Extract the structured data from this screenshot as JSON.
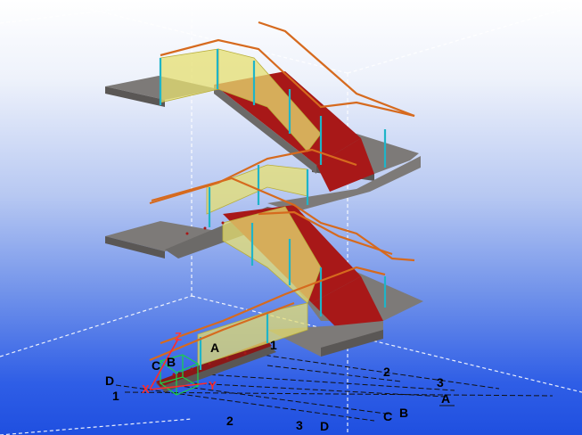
{
  "window": {
    "name": "3d-model-view"
  },
  "colors": {
    "slab_top": "#7d7a78",
    "slab_side": "#5a5755",
    "step_red": "#a81818",
    "railing_orange": "#d66a1e",
    "post_cyan": "#1fb4c8",
    "panel_yellow": "#e6df70",
    "axis_x": "#ff2a2a",
    "axis_y": "#ff2a2a",
    "axis_z": "#ff3a3a",
    "ucs_green": "#19d24a"
  },
  "labels": {
    "element_a": "A",
    "element_one": "1",
    "axis_z": "Z",
    "axis_y": "Y",
    "axis_x": "X",
    "ucs_c": "C",
    "ucs_b": "B",
    "ucs_d": "D",
    "ucs_1": "1"
  },
  "grid_labels": {
    "right": {
      "two": "2",
      "three": "3",
      "a": "A",
      "b": "B",
      "c": "C"
    },
    "bottom": {
      "two": "2",
      "three": "3",
      "d": "D"
    }
  }
}
